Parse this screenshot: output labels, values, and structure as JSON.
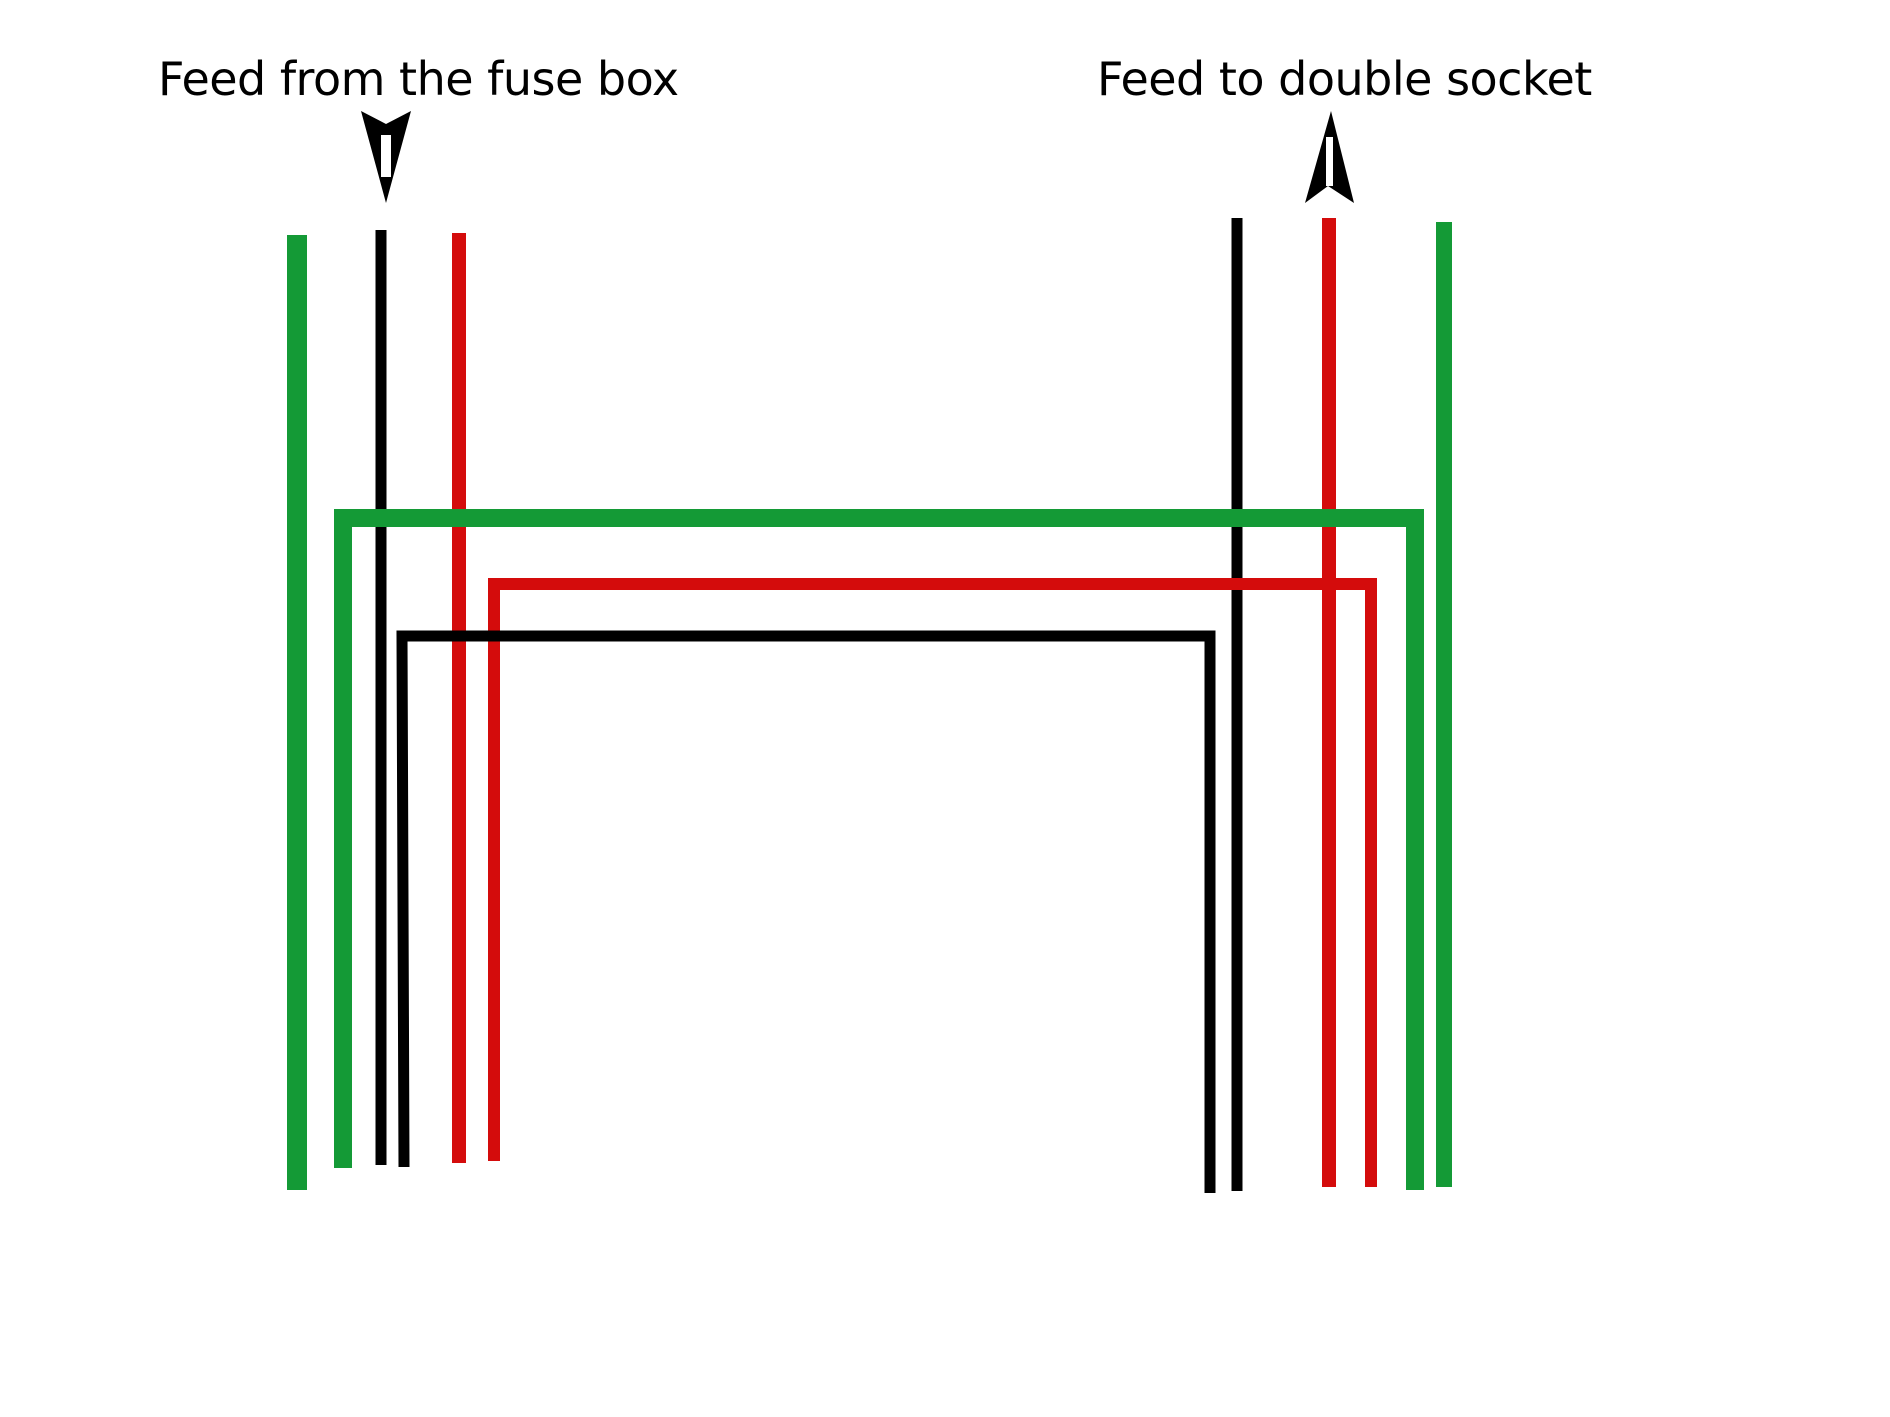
{
  "labels": {
    "fuse_box_feed": "Feed from the fuse box",
    "socket_feed": "Feed to double socket"
  },
  "colors": {
    "earth": "#149a36",
    "live": "#d40c0c",
    "neutral": "#000000",
    "background": "#ffffff"
  },
  "wires": [
    {
      "name": "incoming-earth-wire",
      "role": "earth"
    },
    {
      "name": "incoming-neutral-wire",
      "role": "neutral"
    },
    {
      "name": "incoming-live-wire",
      "role": "live"
    },
    {
      "name": "outgoing-neutral-wire",
      "role": "neutral"
    },
    {
      "name": "outgoing-live-wire",
      "role": "live"
    },
    {
      "name": "outgoing-earth-wire",
      "role": "earth"
    },
    {
      "name": "earth-link-wire",
      "role": "earth"
    },
    {
      "name": "live-link-wire",
      "role": "live"
    },
    {
      "name": "neutral-link-wire",
      "role": "neutral"
    }
  ],
  "arrows": [
    {
      "name": "down-arrow-icon",
      "direction": "down"
    },
    {
      "name": "up-arrow-icon",
      "direction": "up"
    }
  ]
}
